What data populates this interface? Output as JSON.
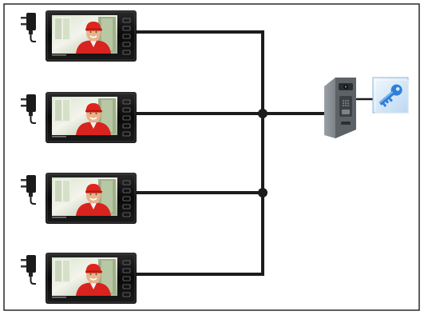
{
  "diagram": {
    "monitor_count": 4,
    "components": {
      "monitors": [
        {
          "id": "monitor-1",
          "icon": "video-monitor-icon",
          "power": "power-adapter-icon"
        },
        {
          "id": "monitor-2",
          "icon": "video-monitor-icon",
          "power": "power-adapter-icon"
        },
        {
          "id": "monitor-3",
          "icon": "video-monitor-icon",
          "power": "power-adapter-icon"
        },
        {
          "id": "monitor-4",
          "icon": "video-monitor-icon",
          "power": "power-adapter-icon"
        }
      ],
      "door_station": {
        "icon": "door-station-icon"
      },
      "access_key": {
        "icon": "key-icon"
      }
    },
    "colors": {
      "frame_border": "#1a1a1a",
      "wire": "#1c1c1c",
      "monitor_bezel": "#0d0d0d",
      "door_station_body": "#6e7378",
      "key_blue": "#2e7fd8",
      "key_tile": "#d7e9f8",
      "shirt_red": "#d8231f",
      "cap_red": "#e0251d",
      "skin": "#e8b48a",
      "background": "#ffffff"
    }
  }
}
